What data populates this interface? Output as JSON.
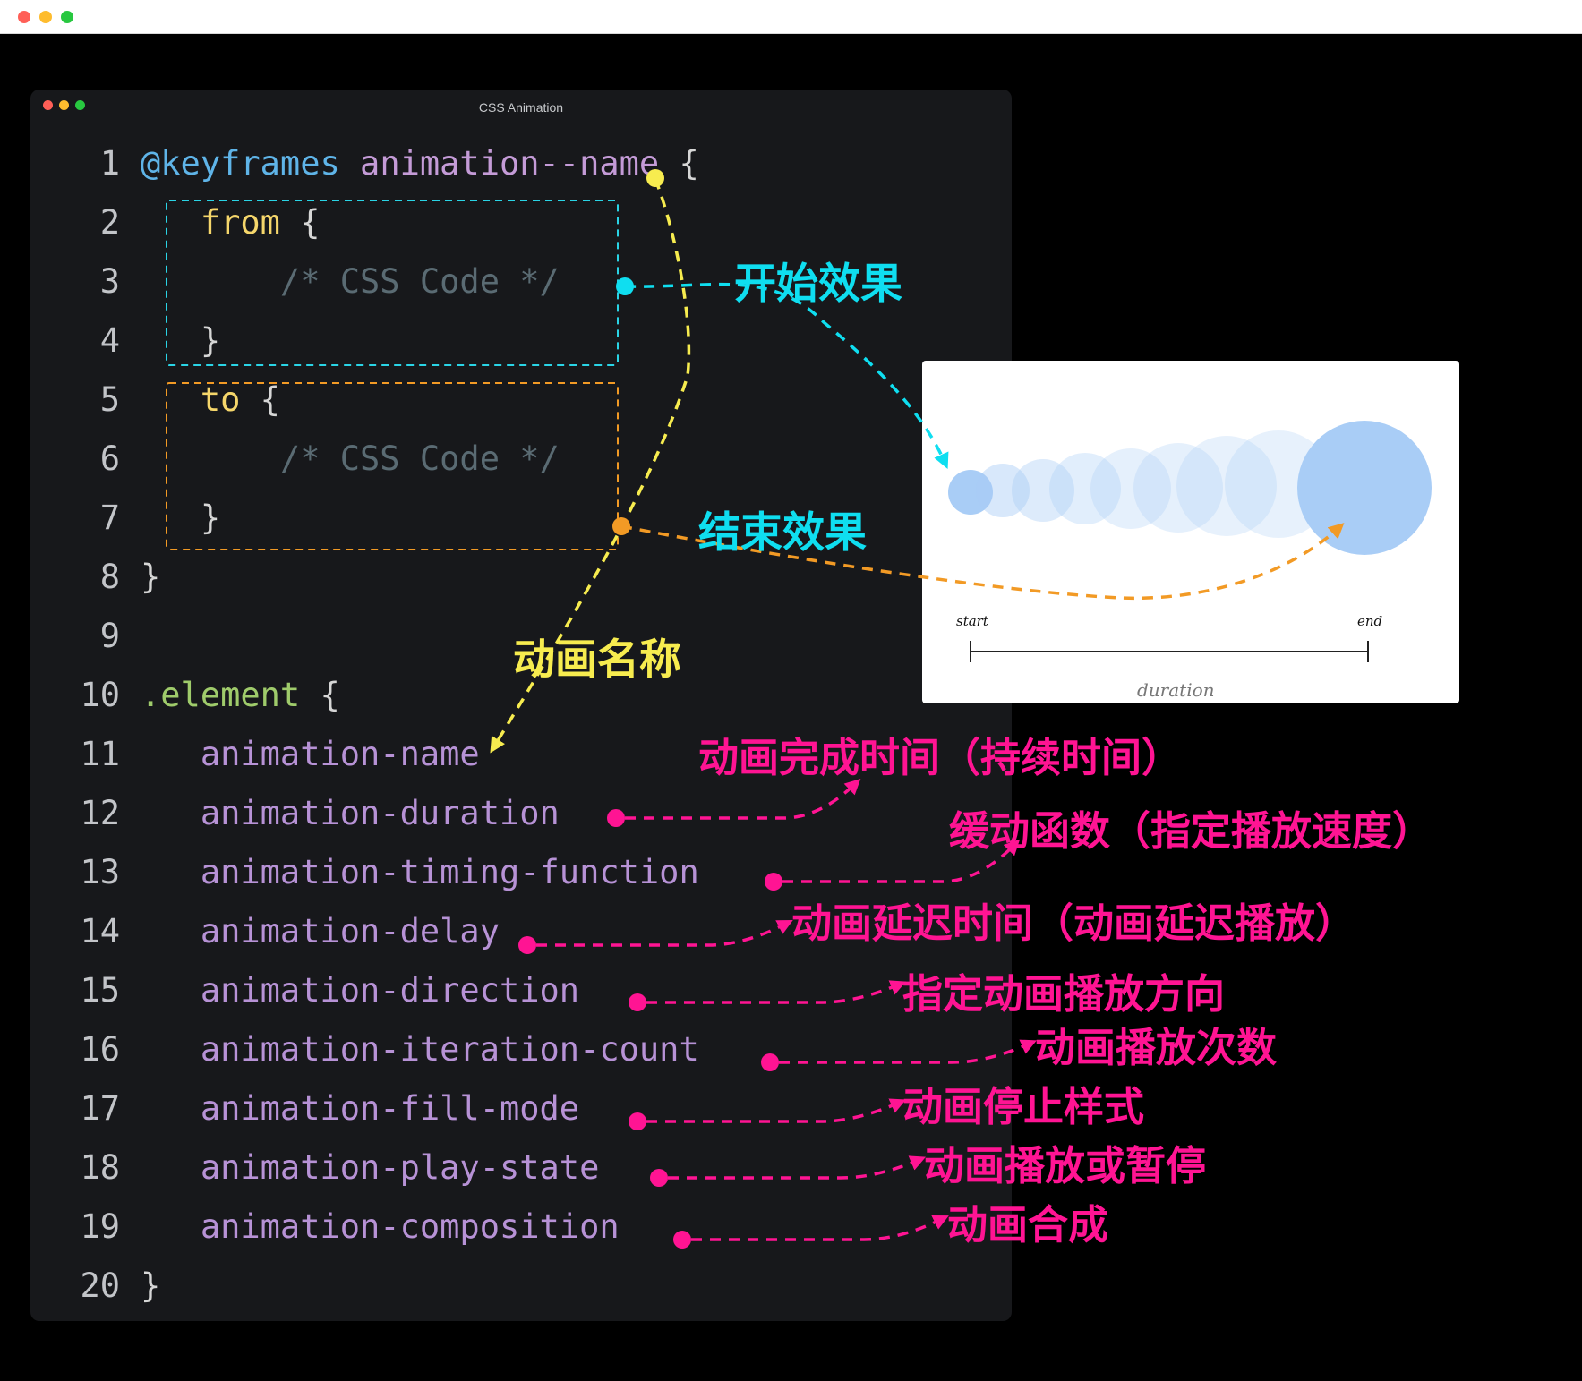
{
  "window": {
    "title": "CSS Animation"
  },
  "code_lines": [
    {
      "n": "1",
      "tokens": [
        {
          "t": "@keyframes",
          "c": "kw"
        },
        {
          "t": " ",
          "c": "pn"
        },
        {
          "t": "animation--name",
          "c": "nm"
        },
        {
          "t": " {",
          "c": "pn"
        }
      ]
    },
    {
      "n": "2",
      "tokens": [
        {
          "t": "   ",
          "c": "pn"
        },
        {
          "t": "from",
          "c": "sel"
        },
        {
          "t": " {",
          "c": "pn"
        }
      ]
    },
    {
      "n": "3",
      "tokens": [
        {
          "t": "       /* CSS Code */",
          "c": "cm"
        }
      ]
    },
    {
      "n": "4",
      "tokens": [
        {
          "t": "   }",
          "c": "pn"
        }
      ]
    },
    {
      "n": "5",
      "tokens": [
        {
          "t": "   ",
          "c": "pn"
        },
        {
          "t": "to",
          "c": "sel"
        },
        {
          "t": " {",
          "c": "pn"
        }
      ]
    },
    {
      "n": "6",
      "tokens": [
        {
          "t": "       /* CSS Code */",
          "c": "cm"
        }
      ]
    },
    {
      "n": "7",
      "tokens": [
        {
          "t": "   }",
          "c": "pn"
        }
      ]
    },
    {
      "n": "8",
      "tokens": [
        {
          "t": "}",
          "c": "pn"
        }
      ]
    },
    {
      "n": "9",
      "tokens": []
    },
    {
      "n": "10",
      "tokens": [
        {
          "t": ".element",
          "c": "cls"
        },
        {
          "t": " {",
          "c": "pn"
        }
      ]
    },
    {
      "n": "11",
      "tokens": [
        {
          "t": "   ",
          "c": "pn"
        },
        {
          "t": "animation-name",
          "c": "prop"
        }
      ]
    },
    {
      "n": "12",
      "tokens": [
        {
          "t": "   ",
          "c": "pn"
        },
        {
          "t": "animation-duration",
          "c": "prop"
        }
      ]
    },
    {
      "n": "13",
      "tokens": [
        {
          "t": "   ",
          "c": "pn"
        },
        {
          "t": "animation-timing-function",
          "c": "prop"
        }
      ]
    },
    {
      "n": "14",
      "tokens": [
        {
          "t": "   ",
          "c": "pn"
        },
        {
          "t": "animation-delay",
          "c": "prop"
        }
      ]
    },
    {
      "n": "15",
      "tokens": [
        {
          "t": "   ",
          "c": "pn"
        },
        {
          "t": "animation-direction",
          "c": "prop"
        }
      ]
    },
    {
      "n": "16",
      "tokens": [
        {
          "t": "   ",
          "c": "pn"
        },
        {
          "t": "animation-iteration-count",
          "c": "prop"
        }
      ]
    },
    {
      "n": "17",
      "tokens": [
        {
          "t": "   ",
          "c": "pn"
        },
        {
          "t": "animation-fill-mode",
          "c": "prop"
        }
      ]
    },
    {
      "n": "18",
      "tokens": [
        {
          "t": "   ",
          "c": "pn"
        },
        {
          "t": "animation-play-state",
          "c": "prop"
        }
      ]
    },
    {
      "n": "19",
      "tokens": [
        {
          "t": "   ",
          "c": "pn"
        },
        {
          "t": "animation-composition",
          "c": "prop"
        }
      ]
    },
    {
      "n": "20",
      "tokens": [
        {
          "t": "}",
          "c": "pn"
        }
      ]
    }
  ],
  "labels": {
    "start_effect": "开始效果",
    "end_effect": "结束效果",
    "animation_name": "动画名称",
    "duration": "动画完成时间（持续时间）",
    "timing_function": "缓动函数（指定播放速度）",
    "delay": "动画延迟时间（动画延迟播放）",
    "direction": "指定动画播放方向",
    "iteration_count": "动画播放次数",
    "fill_mode": "动画停止样式",
    "play_state": "动画播放或暂停",
    "composition": "动画合成"
  },
  "timeline": {
    "start": "start",
    "end": "end",
    "duration": "duration"
  },
  "colors": {
    "outer_background": "#000000",
    "editor_background": "#17181b",
    "from_box": "#2ad4e6",
    "to_box": "#f29a25",
    "name_annotation": "#f7ec4f",
    "start_annotation": "#0fdef0",
    "end_annotation": "#f29a25",
    "property_annotation": "#ff1493",
    "circle": "#a9cdf6",
    "traffic_red": "#ff5f57",
    "traffic_yellow": "#febc2e",
    "traffic_green": "#28c840"
  }
}
